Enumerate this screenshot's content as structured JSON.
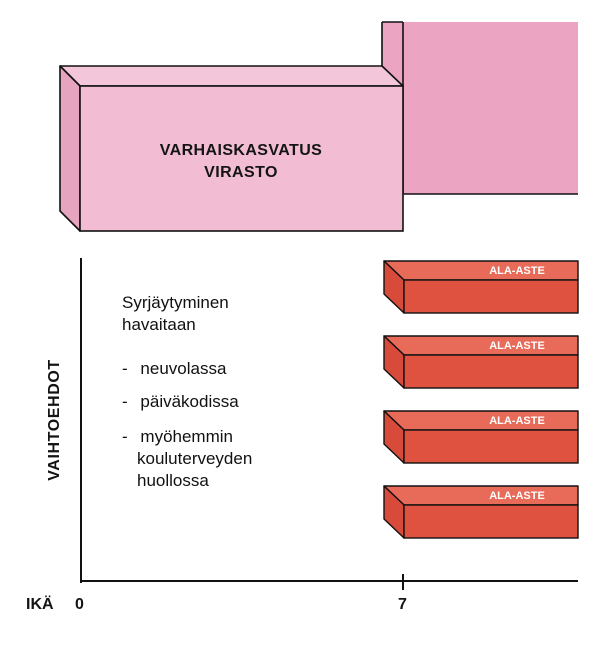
{
  "block": {
    "line1": "VARHAISKASVATUS",
    "line2": "VIRASTO"
  },
  "y_axis_label": "VAIHTOEHDOT",
  "x_axis": {
    "label": "IKÄ",
    "tick_0": "0",
    "tick_7": "7"
  },
  "description": {
    "title_line1": "Syrjäytyminen",
    "title_line2": "havaitaan",
    "items": [
      {
        "prefix": "-",
        "text": "neuvolassa"
      },
      {
        "prefix": "-",
        "text": "päiväkodissa"
      },
      {
        "prefix": "-",
        "text_line1": "myöhemmin",
        "text_line2": "kouluterveyden",
        "text_line3": "huollossa"
      }
    ]
  },
  "school_bars": [
    {
      "label": "ALA-ASTE"
    },
    {
      "label": "ALA-ASTE"
    },
    {
      "label": "ALA-ASTE"
    },
    {
      "label": "ALA-ASTE"
    }
  ],
  "colors": {
    "agency_front": "#f2bdd2",
    "agency_side": "#e6a4bf",
    "agency_back": "#eba5c2",
    "school_front": "#e05240",
    "school_top": "#e86a58",
    "outline": "#111111"
  }
}
